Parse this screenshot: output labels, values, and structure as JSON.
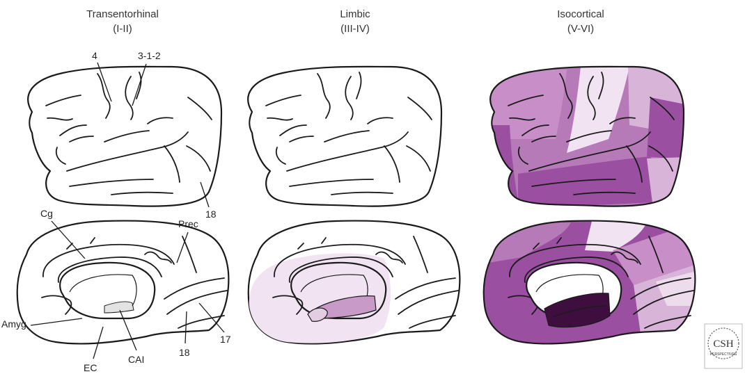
{
  "stages": [
    {
      "title": "Transentorhinal",
      "subtitle": "(I-II)"
    },
    {
      "title": "Limbic",
      "subtitle": "(III-IV)"
    },
    {
      "title": "Isocortical",
      "subtitle": "(V-VI)"
    }
  ],
  "labels": {
    "area_4": "4",
    "area_312": "3-1-2",
    "area_18_lateral": "18",
    "cg": "Cg",
    "prec": "Prec",
    "amyg": "Amyg",
    "ec": "EC",
    "cai": "CAI",
    "area_18_medial": "18",
    "area_17": "17"
  },
  "logo": {
    "text_main": "CSH",
    "text_sub": "PERSPECTIVES"
  },
  "colors": {
    "outline": "#1a1a1a",
    "pale_pink": "#f1e3f1",
    "light_violet": "#d9b4d9",
    "medium_violet": "#b77ab8",
    "deep_violet": "#9a4fa0",
    "very_dark_violet": "#3e0f3e"
  }
}
